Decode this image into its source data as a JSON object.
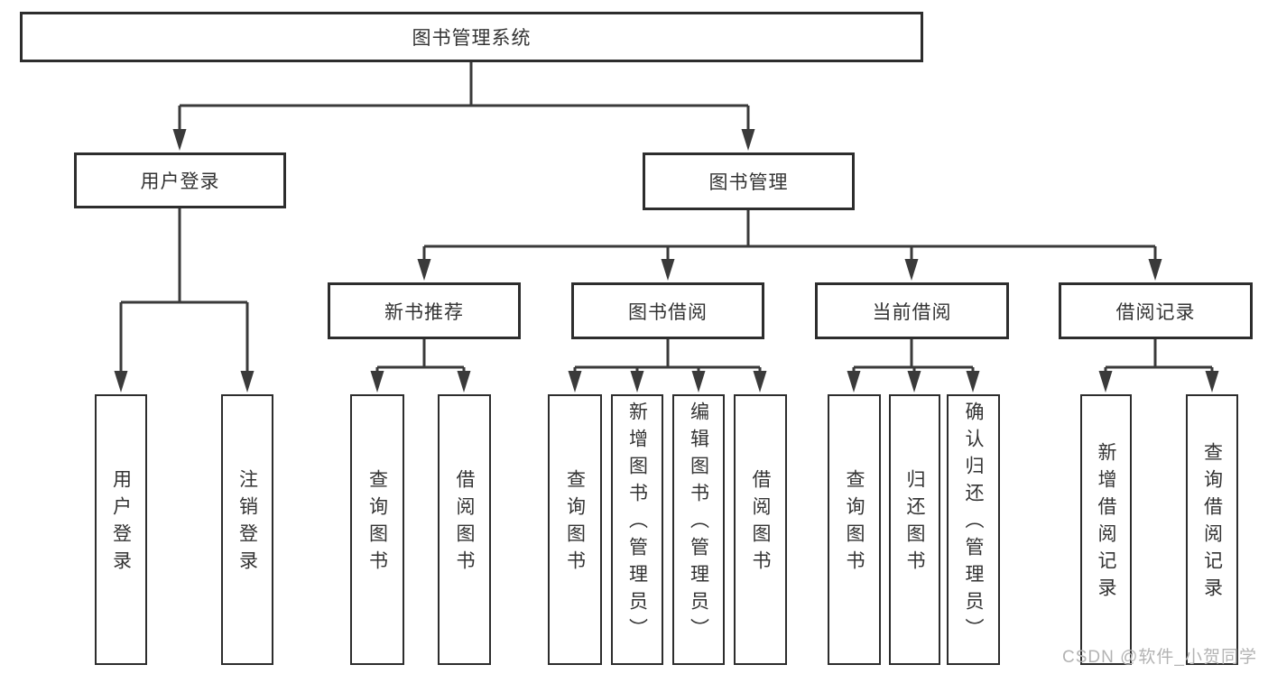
{
  "diagram": {
    "root": {
      "label": "图书管理系统"
    },
    "branches": [
      {
        "label": "用户登录",
        "children": [
          {
            "label": "用户登录"
          },
          {
            "label": "注销登录"
          }
        ]
      },
      {
        "label": "图书管理",
        "children": [
          {
            "label": "新书推荐",
            "children": [
              {
                "label": "查询图书"
              },
              {
                "label": "借阅图书"
              }
            ]
          },
          {
            "label": "图书借阅",
            "children": [
              {
                "label": "查询图书"
              },
              {
                "label": "新增图书（管理员）"
              },
              {
                "label": "编辑图书（管理员）"
              },
              {
                "label": "借阅图书"
              }
            ]
          },
          {
            "label": "当前借阅",
            "children": [
              {
                "label": "查询图书"
              },
              {
                "label": "归还图书"
              },
              {
                "label": "确认归还（管理员）"
              }
            ]
          },
          {
            "label": "借阅记录",
            "children": [
              {
                "label": "新增借阅记录"
              },
              {
                "label": "查询借阅记录"
              }
            ]
          }
        ]
      }
    ]
  },
  "watermark": {
    "text": "CSDN @软件_小贺同学"
  },
  "colors": {
    "line": "#3a3a3a",
    "border": "#2d2d2d",
    "text": "#333333",
    "watermark": "#b3b3b3",
    "background": "#ffffff"
  }
}
